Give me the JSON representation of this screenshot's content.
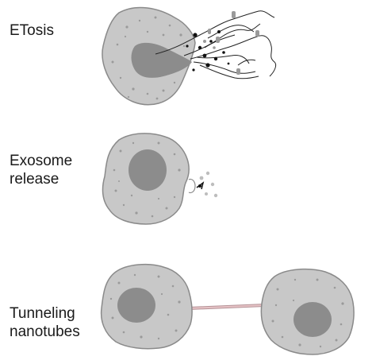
{
  "labels": {
    "etosis": "ETosis",
    "exosome_line1": "Exosome",
    "exosome_line2": "release",
    "tunneling_line1": "Tunneling",
    "tunneling_line2": "nanotubes"
  },
  "colors": {
    "cell_fill": "#c8c8c8",
    "cell_stroke": "#8a8a8a",
    "nucleus_fill": "#8c8c8c",
    "speckle": "#9a9a9a",
    "dark_granule": "#111111",
    "light_particle": "#bdbdbd",
    "nanotube": "#e0b0b4",
    "background": "#ffffff"
  }
}
